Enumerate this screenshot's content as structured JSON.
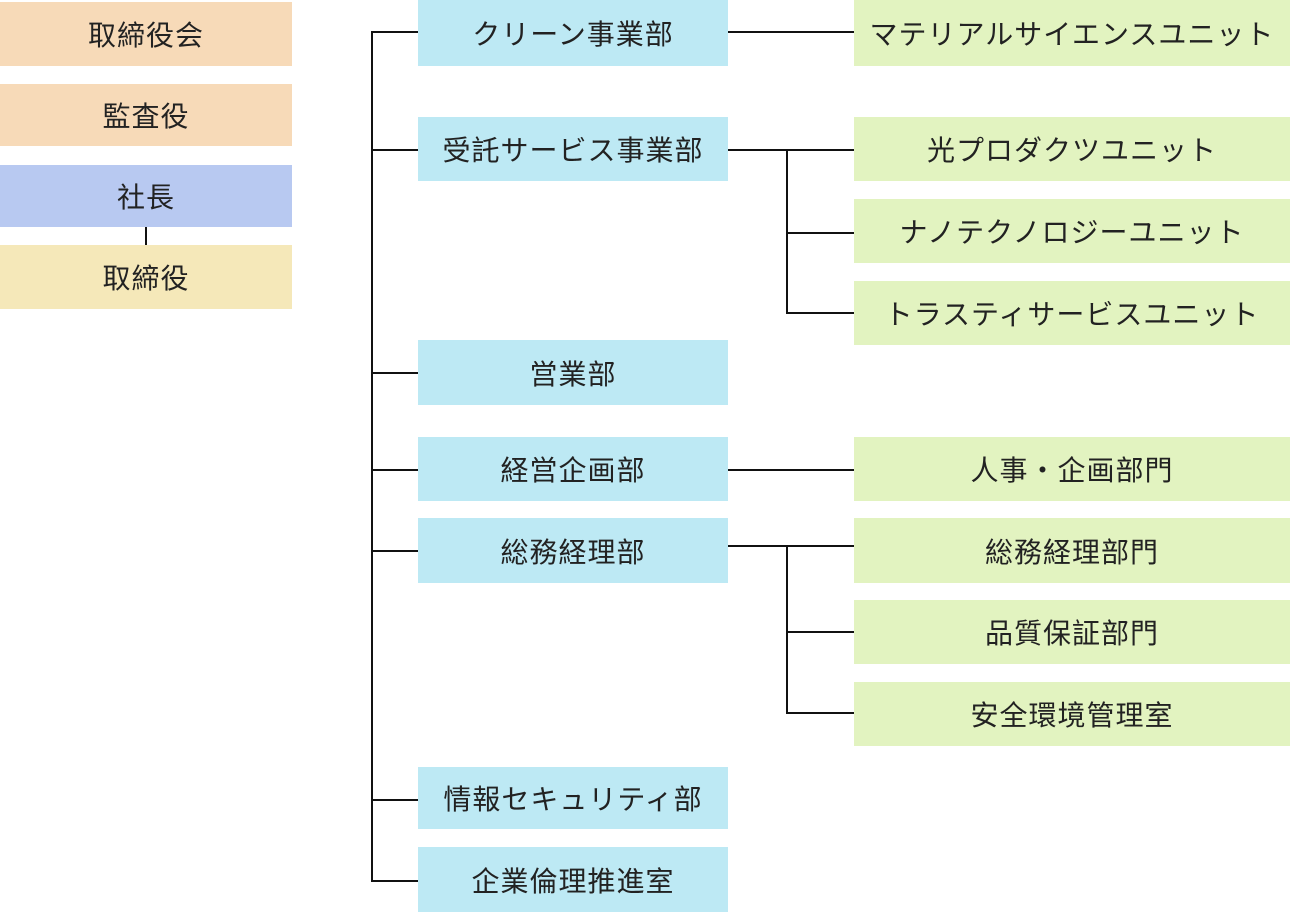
{
  "left": {
    "board": "取締役会",
    "auditor": "監査役",
    "president": "社長",
    "director": "取締役"
  },
  "departments": [
    "クリーン事業部",
    "受託サービス事業部",
    "営業部",
    "経営企画部",
    "総務経理部",
    "情報セキュリティ部",
    "企業倫理推進室"
  ],
  "units": [
    "マテリアルサイエンスユニット",
    "光プロダクツユニット",
    "ナノテクノロジーユニット",
    "トラスティサービスユニット",
    "人事・企画部門",
    "総務経理部門",
    "品質保証部門",
    "安全環境管理室"
  ],
  "colors": {
    "board": "#f7dab8",
    "president": "#b8c9f1",
    "director": "#f5e8b9",
    "department": "#bde9f4",
    "unit": "#e2f3c0",
    "line": "#111111"
  }
}
